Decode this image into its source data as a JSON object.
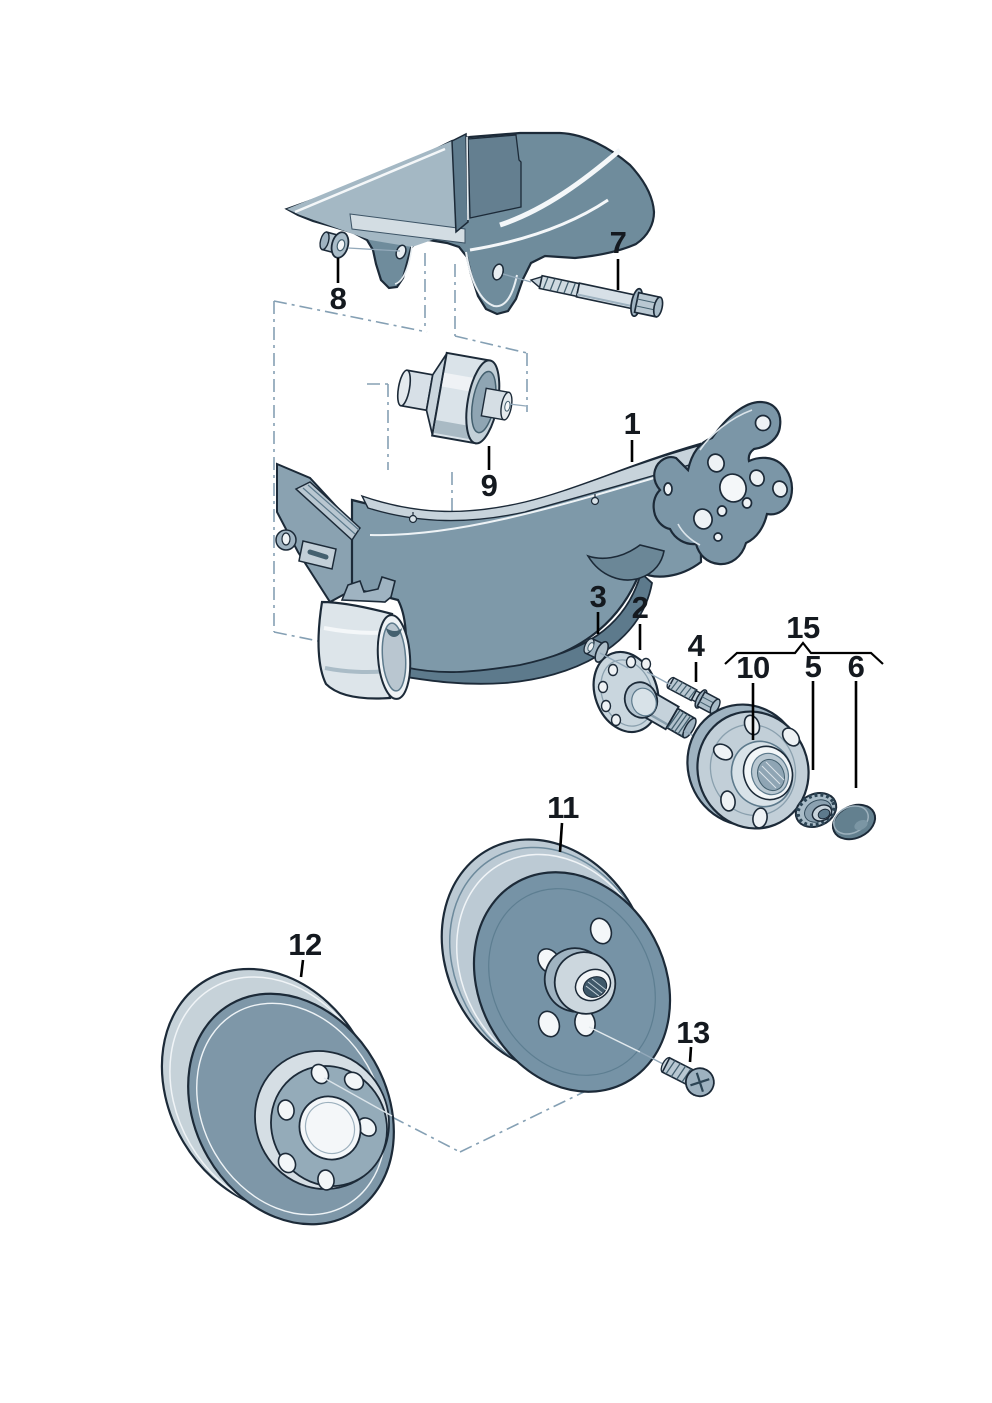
{
  "diagram": {
    "figure_type": "exploded-parts-diagram",
    "subject": "rear axle beam with stub axle, wheel hub, brake drum and brake disc",
    "labels": {
      "p1": "1",
      "p2": "2",
      "p3": "3",
      "p4": "4",
      "p5": "5",
      "p6": "6",
      "p7": "7",
      "p8": "8",
      "p9": "9",
      "p10": "10",
      "p11": "11",
      "p12": "12",
      "p13": "13",
      "p15": "15"
    },
    "group_15": {
      "label": "15",
      "members": [
        "10",
        "5",
        "6"
      ]
    },
    "parts": [
      {
        "number": "1",
        "name": "axle-beam"
      },
      {
        "number": "2",
        "name": "stub-axle"
      },
      {
        "number": "3",
        "name": "flange-nut-small"
      },
      {
        "number": "4",
        "name": "hex-bolt-short"
      },
      {
        "number": "5",
        "name": "multipoint-collar-nut"
      },
      {
        "number": "6",
        "name": "dust-cap"
      },
      {
        "number": "7",
        "name": "hex-flange-bolt-long"
      },
      {
        "number": "8",
        "name": "flange-nut"
      },
      {
        "number": "9",
        "name": "rubber-metal-bushing"
      },
      {
        "number": "10",
        "name": "wheel-hub"
      },
      {
        "number": "11",
        "name": "brake-drum"
      },
      {
        "number": "12",
        "name": "brake-disc"
      },
      {
        "number": "13",
        "name": "countersunk-screw"
      },
      {
        "number": "15",
        "name": "wheel-hub-kit-group"
      }
    ],
    "colors": {
      "outline": "#1c2a38",
      "body_dark": "#6f8c9c",
      "body_light": "#a4b8c4",
      "beam_top": "#c7d3db",
      "beam_face": "#7e99a9",
      "beam_under": "#5d7a8c",
      "part_light": "#dde5ea",
      "drum_face": "#7693a6",
      "disc_face": "#7e97a8",
      "leader_line": "#93a9ba",
      "axis_line": "#85a0b4",
      "label_text": "#14191f",
      "background": "#ffffff"
    }
  }
}
